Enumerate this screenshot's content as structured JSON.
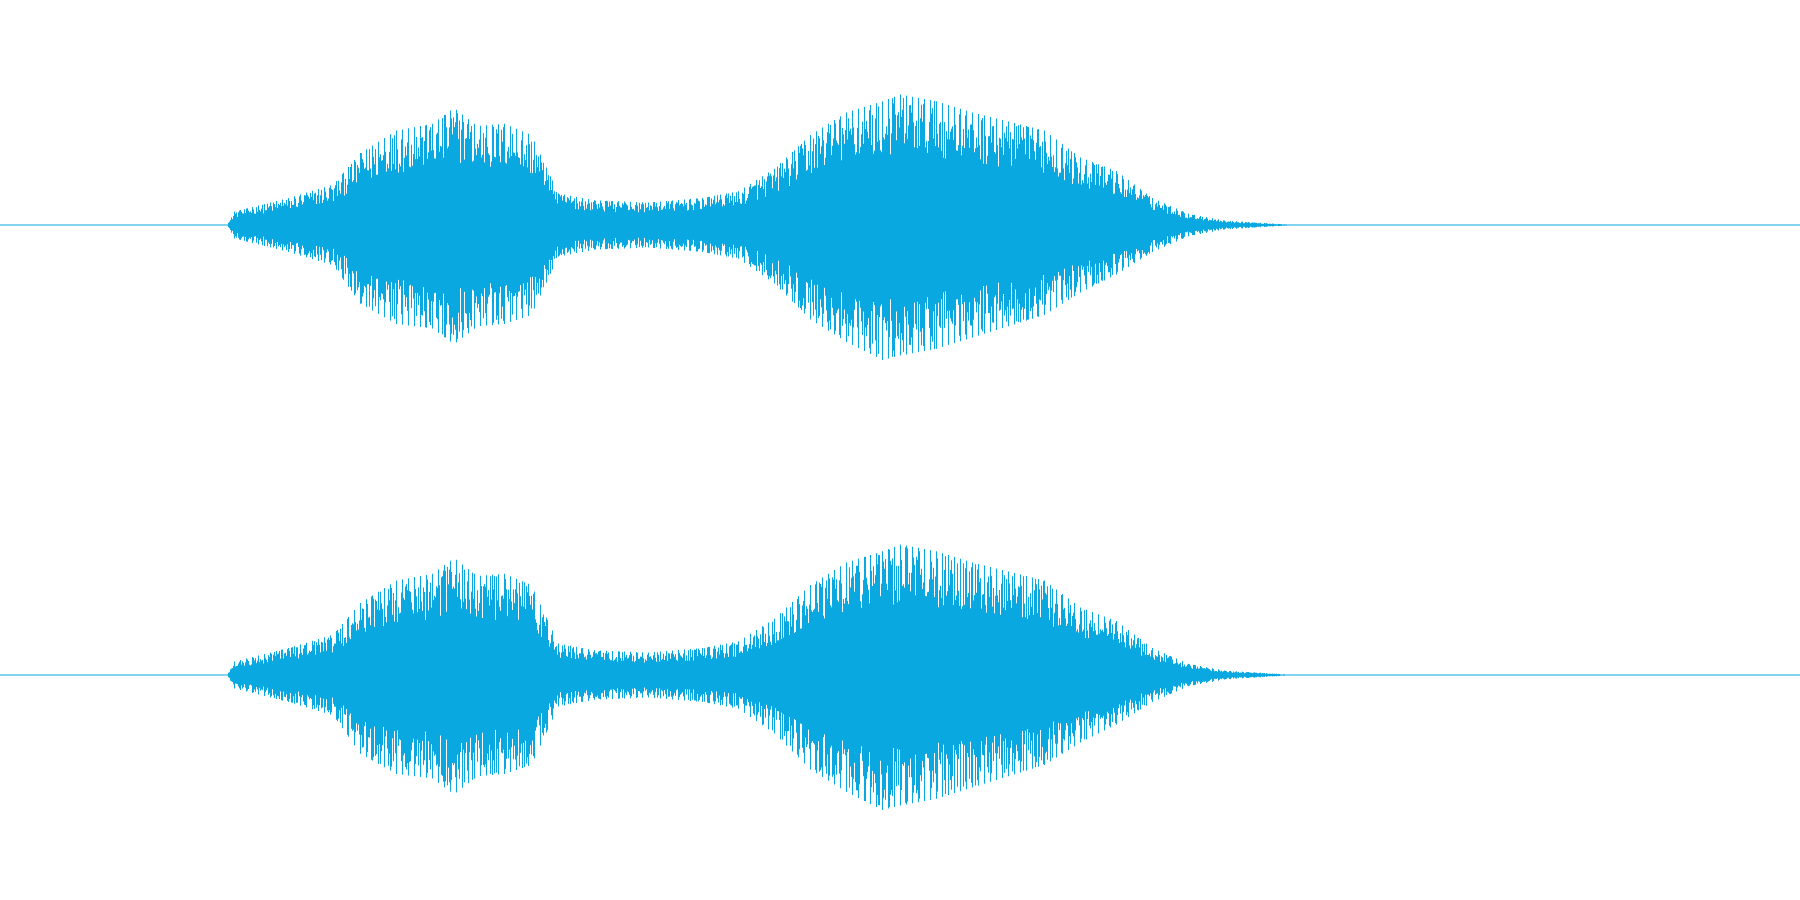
{
  "chart_data": {
    "type": "line",
    "title": "",
    "xlabel": "",
    "ylabel": "",
    "grid": false,
    "legend": "none",
    "color": "#0aa8e0",
    "xlim": [
      0,
      1
    ],
    "ylim": [
      -1,
      1
    ],
    "series": [
      {
        "channel": 1,
        "envelope": {
          "x": [
            0.0,
            0.126,
            0.13,
            0.16,
            0.185,
            0.2,
            0.22,
            0.24,
            0.252,
            0.265,
            0.28,
            0.295,
            0.31,
            0.33,
            0.36,
            0.39,
            0.41,
            0.43,
            0.45,
            0.47,
            0.49,
            0.5,
            0.52,
            0.54,
            0.56,
            0.58,
            0.6,
            0.62,
            0.64,
            0.66,
            0.68,
            0.7,
            0.72,
            0.75,
            1.0
          ],
          "upper": [
            0.0,
            0.0,
            0.06,
            0.12,
            0.18,
            0.32,
            0.42,
            0.45,
            0.52,
            0.44,
            0.45,
            0.4,
            0.14,
            0.11,
            0.1,
            0.12,
            0.15,
            0.25,
            0.4,
            0.5,
            0.55,
            0.58,
            0.55,
            0.5,
            0.46,
            0.42,
            0.3,
            0.24,
            0.12,
            0.05,
            0.02,
            0.01,
            0.0,
            0.0,
            0.0
          ],
          "lower": [
            0.0,
            0.0,
            -0.06,
            -0.12,
            -0.18,
            -0.35,
            -0.44,
            -0.46,
            -0.53,
            -0.45,
            -0.44,
            -0.4,
            -0.14,
            -0.11,
            -0.1,
            -0.12,
            -0.15,
            -0.26,
            -0.42,
            -0.52,
            -0.6,
            -0.58,
            -0.55,
            -0.5,
            -0.45,
            -0.4,
            -0.3,
            -0.22,
            -0.12,
            -0.05,
            -0.02,
            -0.01,
            0.0,
            0.0,
            0.0
          ]
        }
      },
      {
        "channel": 2,
        "envelope": {
          "x": [
            0.0,
            0.126,
            0.13,
            0.16,
            0.185,
            0.2,
            0.22,
            0.24,
            0.252,
            0.265,
            0.28,
            0.295,
            0.31,
            0.33,
            0.36,
            0.39,
            0.41,
            0.43,
            0.45,
            0.47,
            0.49,
            0.5,
            0.52,
            0.54,
            0.56,
            0.58,
            0.6,
            0.62,
            0.64,
            0.66,
            0.68,
            0.7,
            0.72,
            0.75,
            1.0
          ],
          "upper": [
            0.0,
            0.0,
            0.06,
            0.12,
            0.18,
            0.32,
            0.42,
            0.45,
            0.52,
            0.44,
            0.45,
            0.4,
            0.14,
            0.11,
            0.1,
            0.12,
            0.15,
            0.25,
            0.4,
            0.5,
            0.55,
            0.58,
            0.55,
            0.5,
            0.46,
            0.42,
            0.3,
            0.24,
            0.12,
            0.05,
            0.02,
            0.01,
            0.0,
            0.0,
            0.0
          ],
          "lower": [
            0.0,
            0.0,
            -0.06,
            -0.12,
            -0.18,
            -0.35,
            -0.44,
            -0.46,
            -0.53,
            -0.45,
            -0.44,
            -0.4,
            -0.14,
            -0.11,
            -0.1,
            -0.12,
            -0.15,
            -0.26,
            -0.42,
            -0.52,
            -0.6,
            -0.58,
            -0.55,
            -0.5,
            -0.45,
            -0.4,
            -0.3,
            -0.22,
            -0.12,
            -0.05,
            -0.02,
            -0.01,
            0.0,
            0.0,
            0.0
          ]
        }
      }
    ]
  }
}
